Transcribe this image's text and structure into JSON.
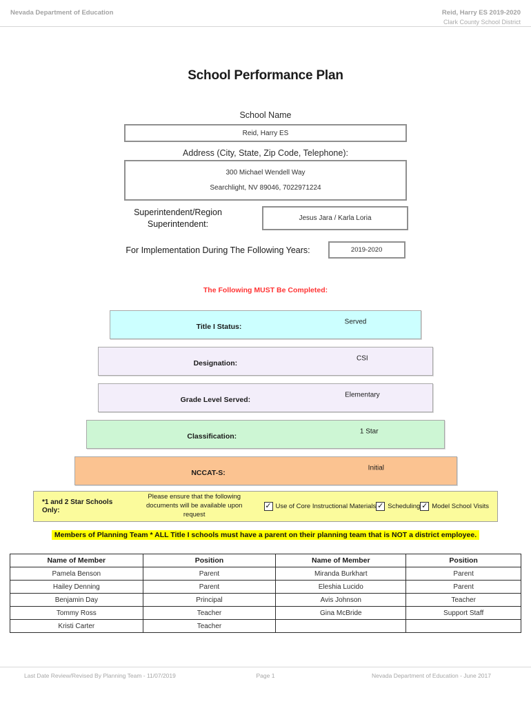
{
  "page": {
    "header": {
      "left": "Nevada Department of Education",
      "right_line1": "Reid, Harry ES  2019-2020",
      "right_line2": "Clark County School District"
    },
    "title": "School Performance Plan",
    "form": {
      "school_name_label": "School Name",
      "school_name_value": "Reid, Harry ES",
      "address_label": "Address (City, State, Zip Code, Telephone):",
      "address_line1": "300 Michael Wendell Way",
      "address_line2": "Searchlight, NV  89046, 7022971224",
      "superintendent_label": "Superintendent/Region Superintendent:",
      "superintendent_value": "Jesus Jara / Karla Loria",
      "implementation_label": "For Implementation During The Following Years:",
      "implementation_value": "2019-2020"
    },
    "must_complete_notice": "The Following MUST Be Completed:",
    "colors": {
      "notice_red": "#ff3333",
      "highlight_yellow": "#ffff00",
      "star_box_bg": "#fbfb9c"
    },
    "status_bars": [
      {
        "label": "Title I Status:",
        "value": "Served",
        "color": "#ccffff"
      },
      {
        "label": "Designation:",
        "value": "CSI",
        "color": "#f3eefa"
      },
      {
        "label": "Grade Level Served:",
        "value": "Elementary",
        "color": "#f3eefa"
      },
      {
        "label": "Classification:",
        "value": "1 Star",
        "color": "#cdf6d4"
      },
      {
        "label": "NCCAT-S:",
        "value": "Initial",
        "color": "#fbc391"
      }
    ],
    "star_schools_box": {
      "label": "*1 and 2 Star Schools Only:",
      "note": "Please ensure that the following documents will be available upon request",
      "checkboxes": [
        {
          "label": "Use of Core Instructional Materials",
          "checked": true
        },
        {
          "label": "Scheduling",
          "checked": true
        },
        {
          "label": "Model School Visits",
          "checked": true
        }
      ]
    },
    "planning_team_notice": "Members of Planning Team * ALL Title I schools must have a parent on their planning team that is NOT a district employee.",
    "members_table": {
      "headers": [
        "Name of Member",
        "Position",
        "Name of Member",
        "Position"
      ],
      "rows": [
        [
          "Pamela Benson",
          "Parent",
          "Miranda Burkhart",
          "Parent"
        ],
        [
          "Hailey Denning",
          "Parent",
          "Eleshia Lucido",
          "Parent"
        ],
        [
          "Benjamin Day",
          "Principal",
          "Avis Johnson",
          "Teacher"
        ],
        [
          "Tommy Ross",
          "Teacher",
          "Gina McBride",
          "Support Staff"
        ],
        [
          "Kristi Carter",
          "Teacher",
          "",
          ""
        ]
      ]
    },
    "footer": {
      "left": "Last Date Review/Revised By Planning Team - 11/07/2019",
      "center": "Page 1",
      "right": "Nevada Department of Education - June 2017"
    }
  }
}
